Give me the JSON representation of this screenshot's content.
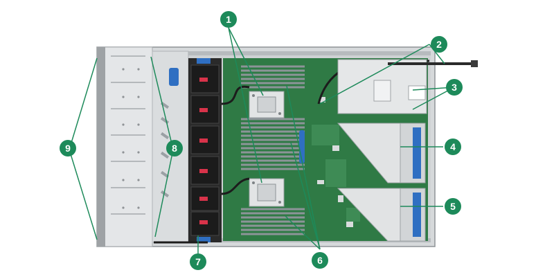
{
  "colors": {
    "callout": "#1d8a5a",
    "chassis": "#c9ccce",
    "board": "#2f7a45",
    "fan": "#1b1b1b",
    "fan_accent": "#d8334a",
    "latch": "#2f6fc2"
  },
  "callouts": [
    {
      "id": "1",
      "label": "1"
    },
    {
      "id": "2",
      "label": "2"
    },
    {
      "id": "3",
      "label": "3"
    },
    {
      "id": "4",
      "label": "4"
    },
    {
      "id": "5",
      "label": "5"
    },
    {
      "id": "6",
      "label": "6"
    },
    {
      "id": "7",
      "label": "7"
    },
    {
      "id": "8",
      "label": "8"
    },
    {
      "id": "9",
      "label": "9"
    }
  ]
}
